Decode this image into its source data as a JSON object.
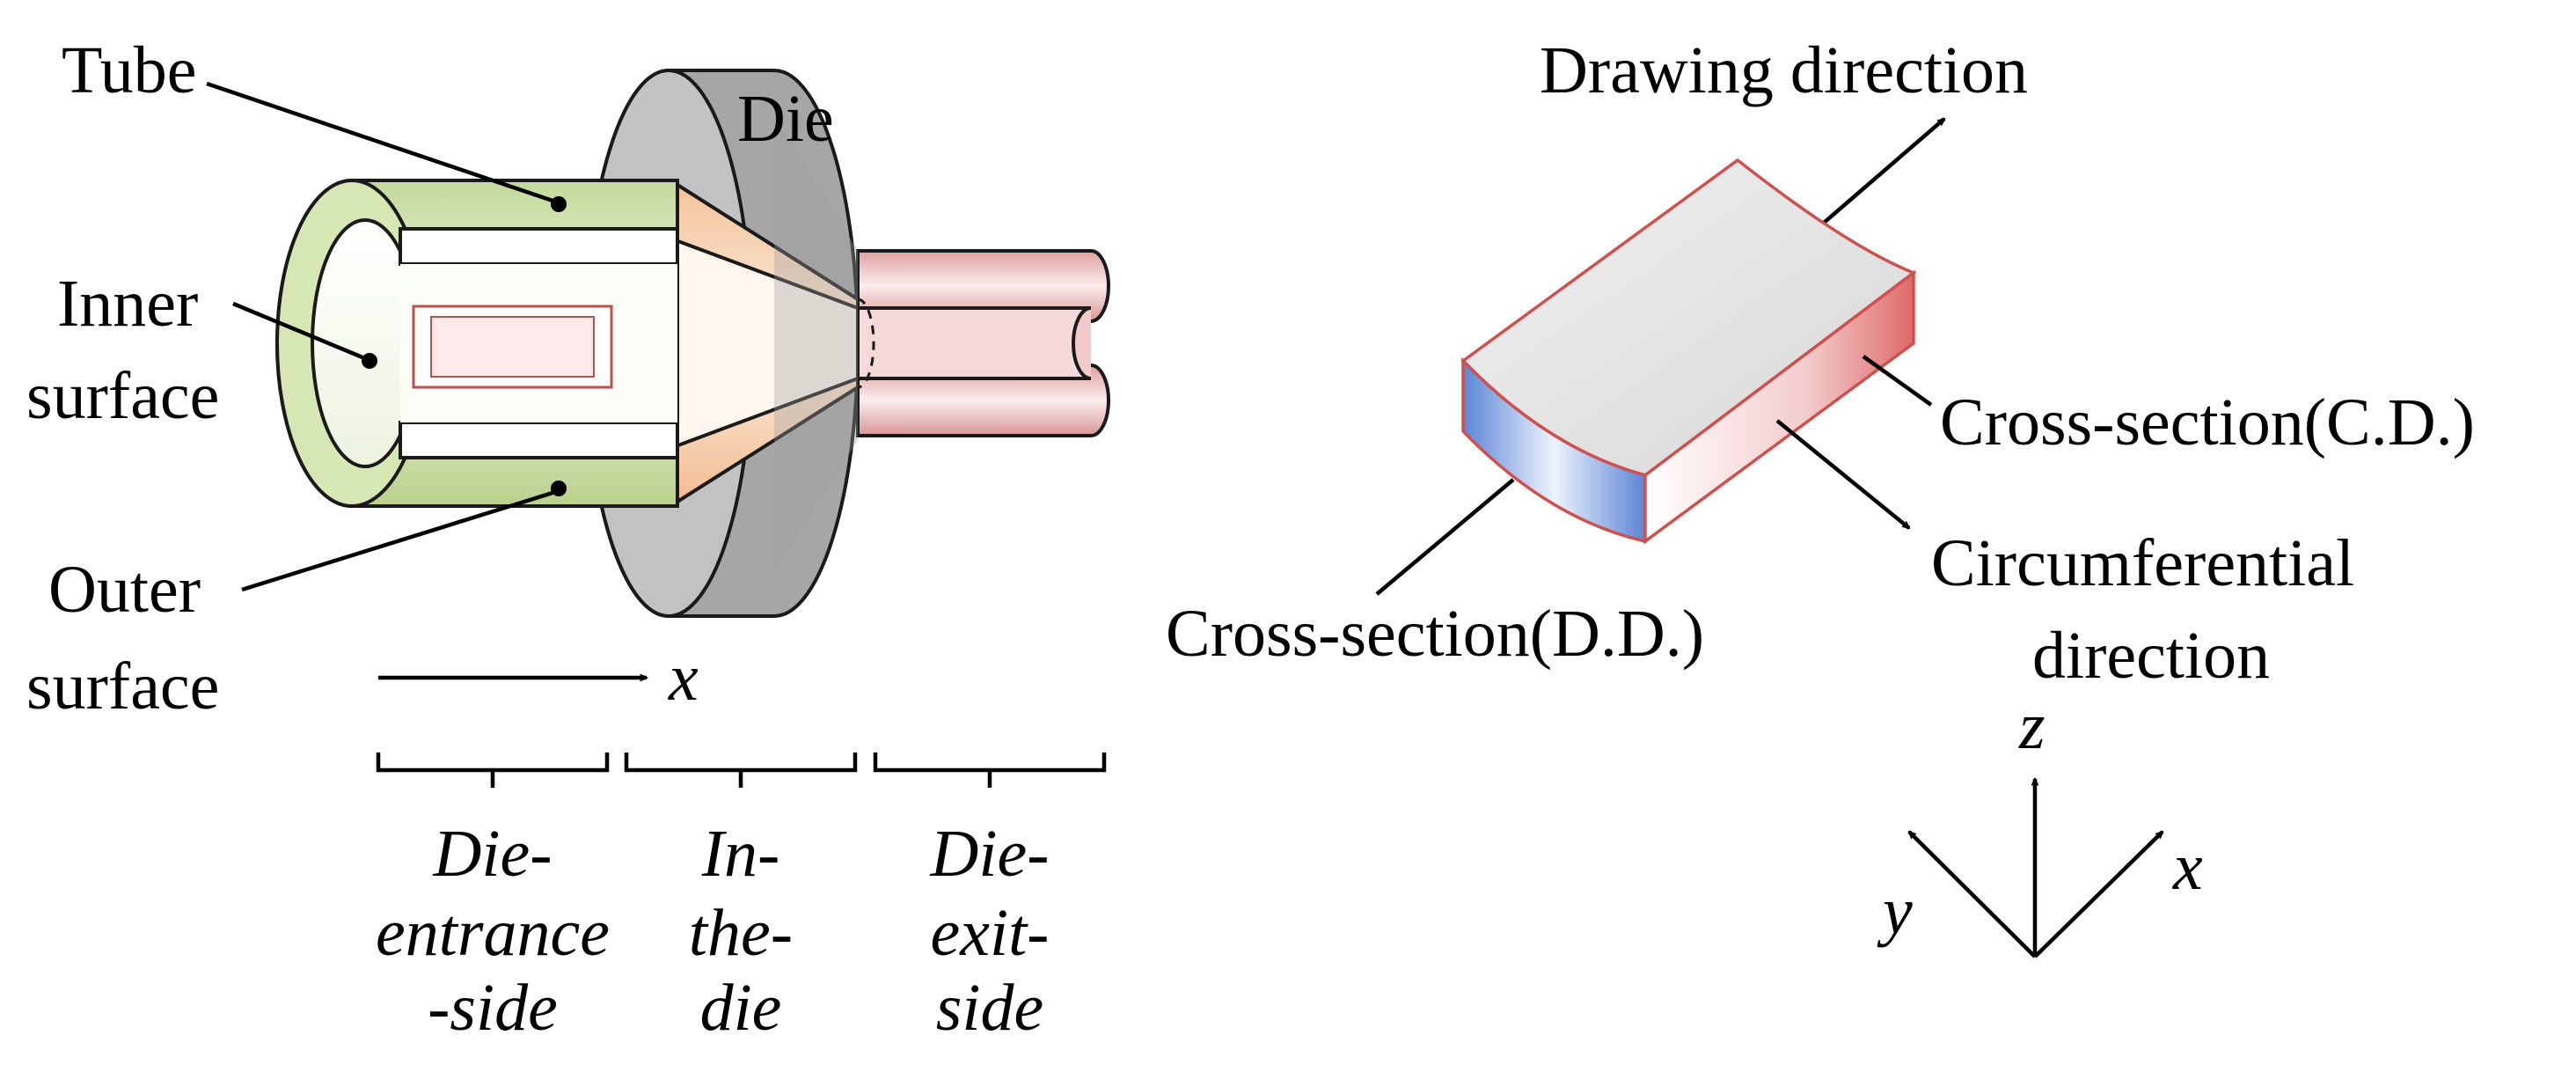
{
  "left_diagram": {
    "labels": {
      "tube": "Tube",
      "die": "Die",
      "inner_1": "Inner",
      "inner_2": "surface",
      "outer_1": "Outer",
      "outer_2": "surface",
      "x_axis": "x"
    },
    "regions": [
      {
        "lines": [
          "Die-",
          "entrance",
          "-side"
        ],
        "color": "#9bbb59"
      },
      {
        "lines": [
          "In-",
          "the-",
          "die"
        ],
        "color": "#f79646"
      },
      {
        "lines": [
          "Die-",
          "exit-",
          "side"
        ],
        "color": "#c0504d"
      }
    ]
  },
  "right_diagram": {
    "labels": {
      "drawing_direction": "Drawing direction",
      "cross_section_cd": "Cross-section(C.D.)",
      "circumferential_1": "Circumferential",
      "circumferential_2": "direction",
      "cross_section_dd": "Cross-section(D.D.)"
    },
    "axes": {
      "z": "z",
      "y": "y",
      "x": "x"
    }
  },
  "colors": {
    "tube_green": "#d9e8b8",
    "in_die_orange": "#f8d0b0",
    "exit_red": "#e9b6b6",
    "die_gray": "#b4b4b4",
    "block_edge": "#d05050",
    "dd_blue": "#5b85d6"
  }
}
